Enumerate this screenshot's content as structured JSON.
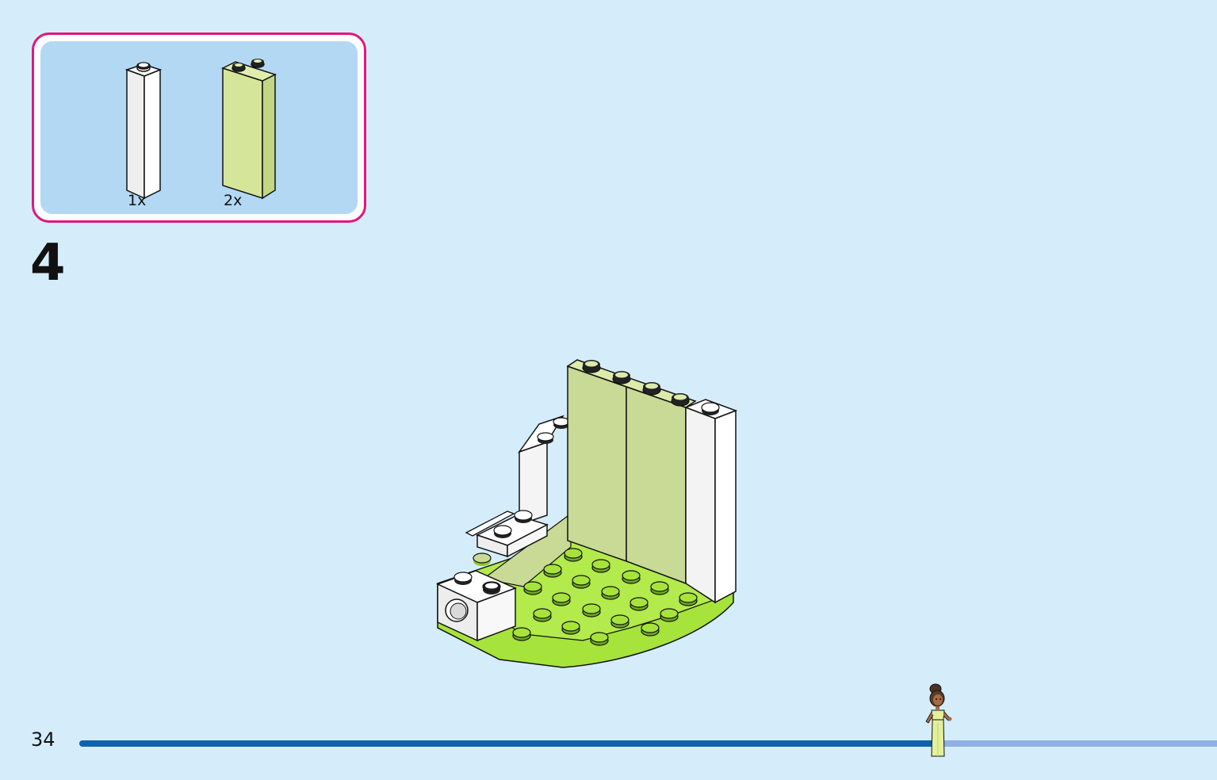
{
  "parts": [
    {
      "quantity": "1x",
      "color": "#f4f4f4",
      "name": "white-1x1x3-brick"
    },
    {
      "quantity": "2x",
      "color": "#d8e8a0",
      "name": "lime-1x2x3-brick"
    }
  ],
  "step": {
    "number": "4"
  },
  "page": {
    "number": "34"
  },
  "progress": {
    "fraction": 0.755
  },
  "colors": {
    "background": "#d5edfb",
    "parts_border": "#e0167e",
    "parts_fill": "#b3d8f4",
    "progress_done": "#0b62b0",
    "progress_todo": "#8fb0e2",
    "lime": "#a6e33b",
    "pale_green": "#c9d996"
  }
}
